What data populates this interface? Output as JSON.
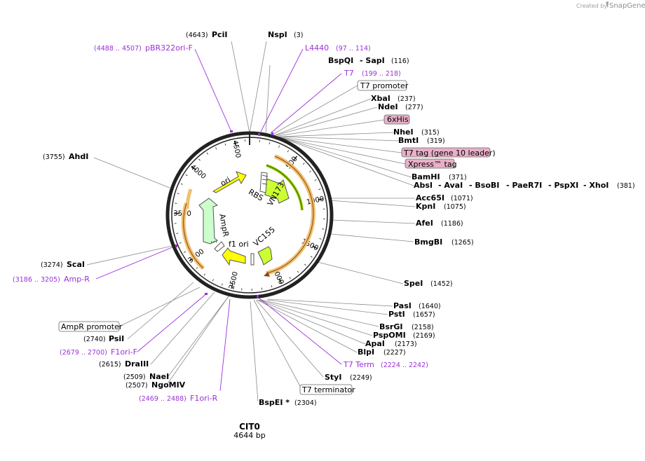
{
  "header": {
    "credit": "Created by",
    "brand": "SnapGene"
  },
  "plasmid": {
    "name": "CIT0",
    "length": "4644 bp",
    "total_bp": 4644
  },
  "ticks": [
    "500",
    "1000",
    "1500",
    "2000",
    "2500",
    "3000",
    "3500",
    "4000",
    "4500"
  ],
  "features": {
    "ori": "ori",
    "ampr": "AmpR",
    "f1ori": "f1 ori",
    "vn173": "VN173",
    "vc155": "VC155",
    "rbs": "RBS",
    "ampr_promoter_inner": "..."
  },
  "sites": [
    {
      "name": "PciI",
      "pos": "(4643)"
    },
    {
      "name": "NspI",
      "pos": "(3)"
    },
    {
      "name": "BspQI",
      "sep": "- SapI",
      "pos": "(116)"
    },
    {
      "name": "XbaI",
      "pos": "(237)"
    },
    {
      "name": "NdeI",
      "pos": "(277)"
    },
    {
      "name": "NheI",
      "pos": "(315)"
    },
    {
      "name": "BmtI",
      "pos": "(319)"
    },
    {
      "name": "BamHI",
      "pos": "(371)"
    },
    {
      "name": "AbsI",
      "extra": [
        "- AvaI",
        "- BsoBI",
        "- PaeR7I",
        "- PspXI",
        "- XhoI"
      ],
      "pos": "(381)"
    },
    {
      "name": "Acc65I",
      "pos": "(1071)"
    },
    {
      "name": "KpnI",
      "pos": "(1075)"
    },
    {
      "name": "AfeI",
      "pos": "(1186)"
    },
    {
      "name": "BmgBI",
      "pos": "(1265)"
    },
    {
      "name": "SpeI",
      "pos": "(1452)"
    },
    {
      "name": "PasI",
      "pos": "(1640)"
    },
    {
      "name": "PstI",
      "pos": "(1657)"
    },
    {
      "name": "BsrGI",
      "pos": "(2158)"
    },
    {
      "name": "PspOMI",
      "pos": "(2169)"
    },
    {
      "name": "ApaI",
      "pos": "(2173)"
    },
    {
      "name": "BlpI",
      "pos": "(2227)"
    },
    {
      "name": "StyI",
      "pos": "(2249)"
    },
    {
      "name": "BspEI *",
      "pos": "(2304)"
    },
    {
      "name": "NgoMIV",
      "pos": "(2507)"
    },
    {
      "name": "NaeI",
      "pos": "(2509)"
    },
    {
      "name": "DraIII",
      "pos": "(2615)"
    },
    {
      "name": "PsiI",
      "pos": "(2740)"
    },
    {
      "name": "ScaI",
      "pos": "(3274)"
    },
    {
      "name": "AhdI",
      "pos": "(3755)"
    }
  ],
  "primers": [
    {
      "name": "L4440",
      "pos": "(97 .. 114)"
    },
    {
      "name": "T7",
      "pos": "(199 .. 218)"
    },
    {
      "name": "pBR322ori-F",
      "pos": "(4488 .. 4507)"
    },
    {
      "name": "Amp-R",
      "pos": "(3186 .. 3205)"
    },
    {
      "name": "F1ori-F",
      "pos": "(2679 .. 2700)"
    },
    {
      "name": "F1ori-R",
      "pos": "(2469 .. 2488)"
    },
    {
      "name": "T7 Term",
      "pos": "(2224 .. 2242)"
    }
  ],
  "boxed_features": {
    "t7_promoter": "T7 promoter",
    "his": "6xHis",
    "t7tag": "T7 tag (gene 10 leader)",
    "xpress": "Xpress™ tag",
    "ampr_promoter": "AmpR promoter",
    "t7_terminator": "T7 terminator"
  },
  "colors": {
    "backbone": "#222222",
    "primer": "#9b30d9",
    "orf_yellow": "#ffff00",
    "orf_light_green": "#ccffcc",
    "orf_green": "#99cc00",
    "highlight_orange": "#f0c070",
    "tag_pink": "#e8b0c8"
  }
}
